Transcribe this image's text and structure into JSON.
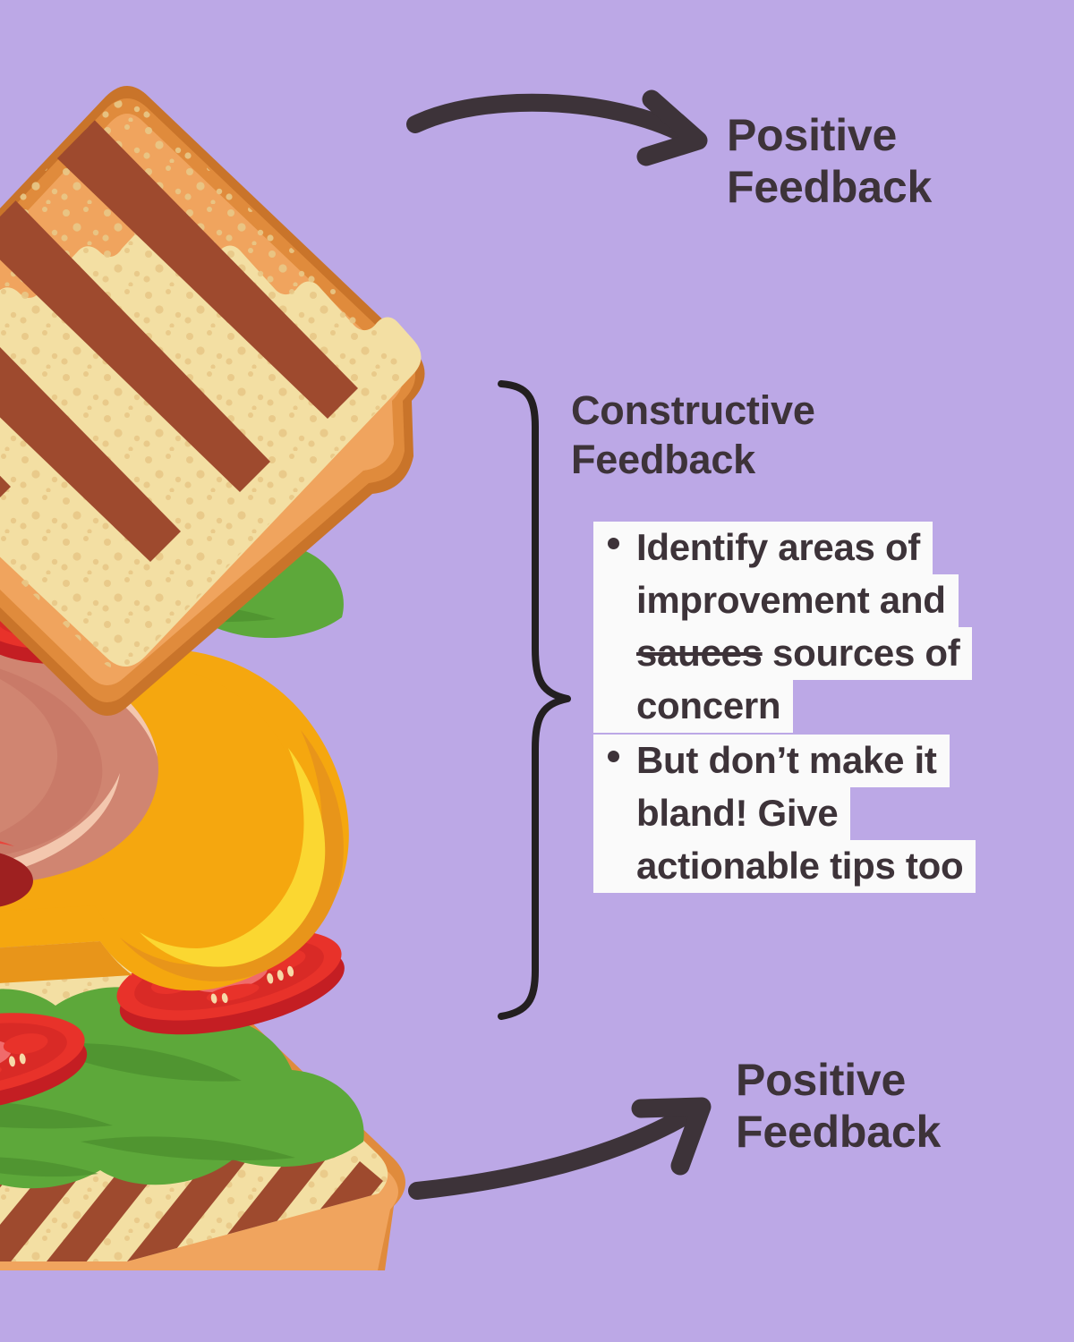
{
  "theme": {
    "background_color": "#BCA8E6",
    "ink_color": "#3D3339",
    "highlight_color": "#FAFAFA",
    "bread_crumb_color": "#E08B3C",
    "bread_crust_color": "#F0A45E",
    "bread_body_color": "#F3DFA3",
    "grill_mark_color": "#9E4A2E",
    "lettuce_color": "#5DA83A",
    "lettuce_dark_color": "#4C8F2E",
    "tomato_color": "#E8322A",
    "tomato_rim_color": "#C41E23",
    "tomato_center_color": "#F06B6B",
    "cheese_color": "#F5A70F",
    "cheese_highlight_color": "#FBD731",
    "ham_color": "#D08571",
    "ham_fat_color": "#F3C7AE",
    "ham_dark_color": "#9E2020"
  },
  "annotations": {
    "positive_top": "Positive Feedback",
    "constructive_heading": "Constructive Feedback",
    "positive_bottom": "Positive Feedback"
  },
  "constructive_bullets": [
    {
      "lines": [
        {
          "text": "Identify areas of",
          "struck": ""
        },
        {
          "text": "improvement and",
          "struck": ""
        },
        {
          "text": " sources of",
          "struck": "sauces"
        },
        {
          "text": "concern",
          "struck": ""
        }
      ]
    },
    {
      "lines": [
        {
          "text": "But don’t make it",
          "struck": ""
        },
        {
          "text": "bland! Give",
          "struck": ""
        },
        {
          "text": "actionable tips too",
          "struck": ""
        }
      ]
    }
  ],
  "icons": {
    "arrow_top": "curved-arrow-right-down-icon",
    "arrow_bottom": "curved-arrow-right-up-icon",
    "brace": "right-curly-brace-icon",
    "illustration": "layered-panini-sandwich-illustration"
  },
  "sandwich_layers": [
    "grilled-bread-top",
    "tomato-slices-upper",
    "lettuce-upper",
    "ham-slices",
    "cheese-slice",
    "tomato-slices-lower",
    "lettuce-lower",
    "grilled-bread-bottom"
  ]
}
